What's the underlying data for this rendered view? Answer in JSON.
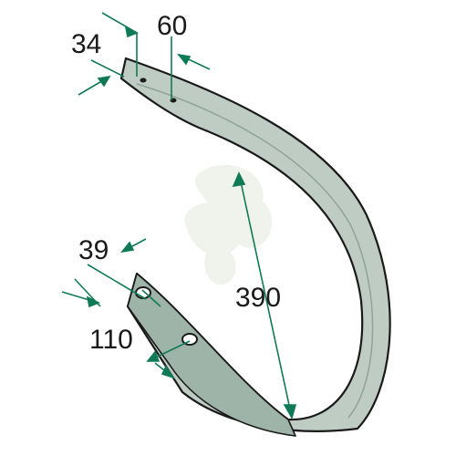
{
  "dimensions": {
    "thickness": "34",
    "hole_spacing_top": "60",
    "width": "39",
    "hole_spacing_bottom": "110",
    "length": "390"
  },
  "colors": {
    "tine_fill": "#bfccc4",
    "tine_dark": "#8fa398",
    "outline": "#1a1a1a",
    "dimension_line": "#0f7a55",
    "watermark": "#e3eadb"
  }
}
